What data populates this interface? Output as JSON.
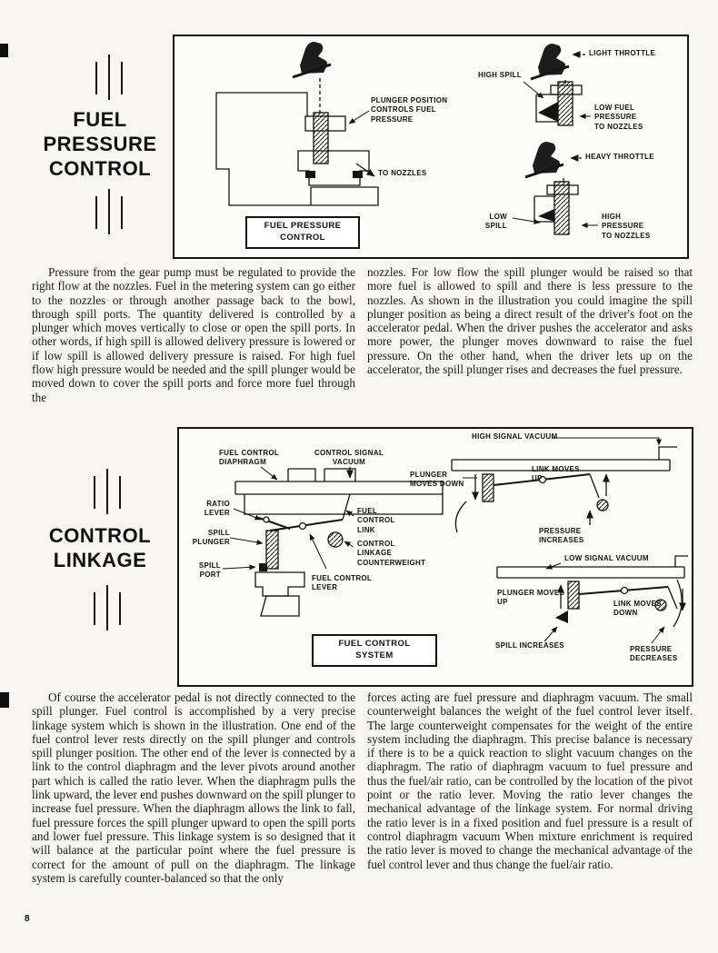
{
  "page_number": "8",
  "s1": {
    "heading": "FUEL\nPRESSURE\nCONTROL",
    "col_left": "Pressure from the gear pump must be regulated to provide the right flow at the nozzles. Fuel in the metering system can go either to the nozzles or through another passage back to the bowl, through spill ports. The quantity delivered is controlled by a plunger which moves vertically to close or open the spill ports. In other words, if high spill is allowed delivery pressure is lowered or if low spill is allowed delivery pressure is raised. For high fuel flow high pressure would be needed and the spill plunger would be moved down to cover the spill ports and force more fuel through the",
    "col_right": "nozzles. For low flow the spill plunger would be raised so that more fuel is allowed to spill and there is less pressure to the nozzles. As shown in the illustration you could imagine the spill plunger position as being a direct result of the driver's foot on the accelerator pedal. When the driver pushes the accelerator and asks more power, the plunger moves downward to raise the fuel pressure. On the other hand, when the driver lets up on the accelerator, the spill plunger rises and decreases the fuel pressure.",
    "diagram": {
      "caption": "FUEL PRESSURE\nCONTROL",
      "labels": {
        "light_throttle": "LIGHT THROTTLE",
        "high_spill": "HIGH SPILL",
        "low_fuel": "LOW FUEL\nPRESSURE\nTO NOZZLES",
        "heavy_throttle": "HEAVY THROTTLE",
        "plunger_position": "PLUNGER POSITION\nCONTROLS FUEL\nPRESSURE",
        "to_nozzles": "TO NOZZLES",
        "low_spill": "LOW\nSPILL",
        "high_pressure": "HIGH\nPRESSURE\nTO NOZZLES"
      }
    }
  },
  "s2": {
    "heading": "CONTROL\nLINKAGE",
    "col_left": "Of course the accelerator pedal is not directly connected to the spill plunger. Fuel control is accomplished by a very precise linkage system which is shown in the illustration. One end of the fuel control lever rests directly on the spill plunger and controls spill plunger position. The other end of the lever is connected by a link to the control diaphragm and the lever pivots around another part which is called the ratio lever. When the diaphragm pulls the link upward, the lever end pushes downward on the spill plunger to increase fuel pressure. When the diaphragm allows the link to fall, fuel pressure forces the spill plunger upward to open the spill ports and lower fuel pressure. This linkage system is so designed that it will balance at the particular point where the fuel pressure is correct for the amount of pull on the diaphragm. The linkage system is carefully counter-balanced so that the only",
    "col_right": "forces acting are fuel pressure and diaphragm vacuum. The small counterweight balances the weight of the fuel control lever itself. The large counterweight compensates for the weight of the entire system including the diaphragm. This precise balance is necessary if there is to be a quick reaction to slight vacuum changes on the diaphragm. The ratio of diaphragm vacuum to fuel pressure and thus the fuel/air ratio, can be controlled by the location of the pivot point or the ratio lever. Moving the ratio lever changes the mechanical advantage of the linkage system. For normal driving the ratio lever is in a fixed position and fuel pressure is a result of control diaphragm vacuum When mixture enrichment is required the ratio lever is moved to change the mechanical advantage of the fuel control lever and thus change the fuel/air ratio.",
    "diagram": {
      "caption": "FUEL CONTROL SYSTEM",
      "labels": {
        "control_signal": "CONTROL SIGNAL\nVACUUM",
        "diaphragm": "FUEL CONTROL\nDIAPHRAGM",
        "high_signal": "HIGH SIGNAL VACUUM",
        "plunger_down": "PLUNGER\nMOVES DOWN",
        "link_up": "LINK MOVES\nUP",
        "ratio_lever": "RATIO\nLEVER",
        "fuel_link": "FUEL\nCONTROL\nLINK",
        "spill_plunger": "SPILL\nPLUNGER",
        "counterweight": "CONTROL\nLINKAGE\nCOUNTERWEIGHT",
        "spill_port": "SPILL\nPORT",
        "fuel_lever": "FUEL CONTROL\nLEVER",
        "pressure_inc": "PRESSURE\nINCREASES",
        "low_signal": "LOW SIGNAL VACUUM",
        "plunger_up": "PLUNGER MOVES\nUP",
        "link_down": "LINK MOVES\nDOWN",
        "spill_inc": "SPILL INCREASES",
        "pressure_dec": "PRESSURE\nDECREASES"
      }
    }
  }
}
